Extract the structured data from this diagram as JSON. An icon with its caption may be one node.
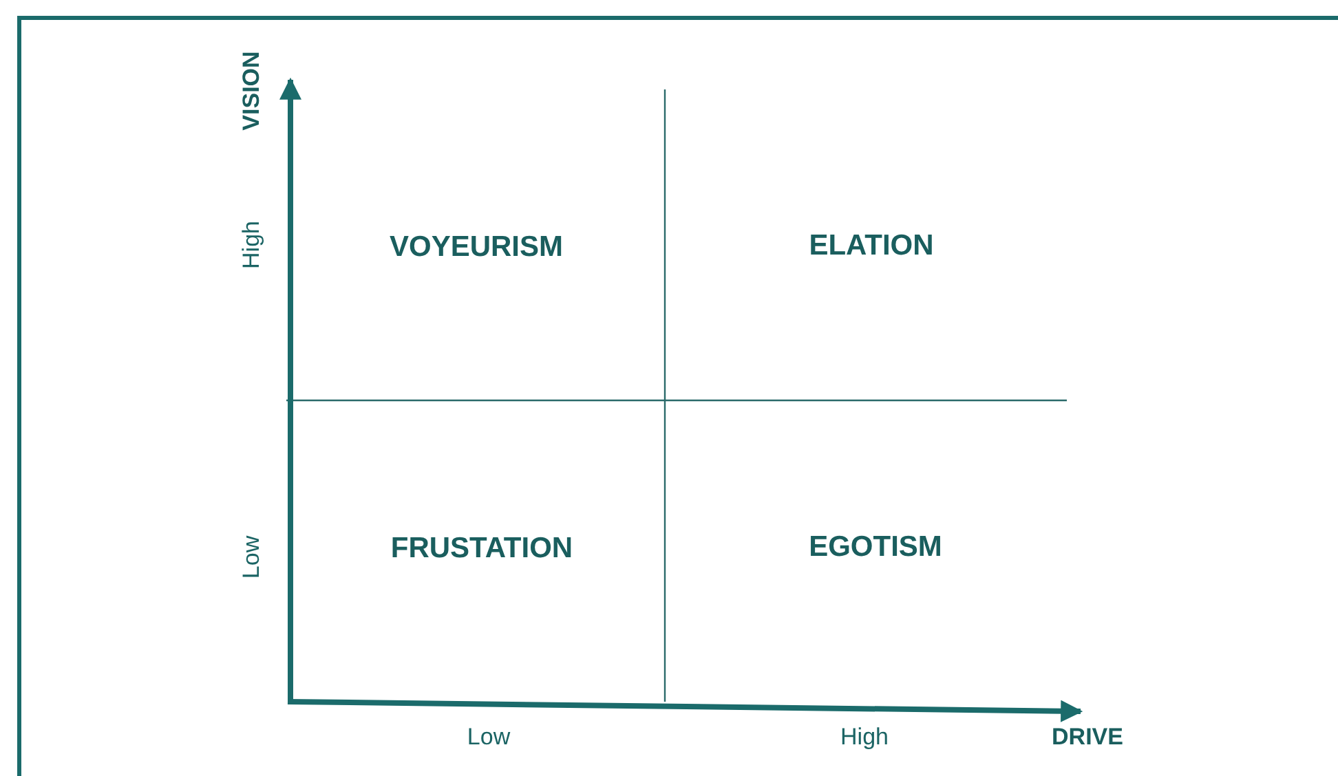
{
  "diagram": {
    "labels": [
      "VISION",
      "High",
      "VOYEURISM",
      "ELATION",
      "Low",
      "FRUSTATION",
      "EGOTISM",
      "Low",
      "High",
      "DRIVE"
    ]
  }
}
